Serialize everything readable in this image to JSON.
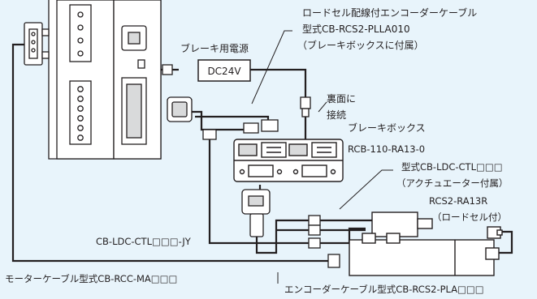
{
  "labels": {
    "brake_power": "ブレーキ用電源",
    "dc24v": "DC24V",
    "loadcell_cable_line1": "ロードセル配線付エンコーダーケーブル",
    "loadcell_cable_line2": "型式CB-RCS2-PLLA010",
    "loadcell_cable_line3": "（ブレーキボックスに付属）",
    "rear_connect_line1": "裏面に",
    "rear_connect_line2": "接続",
    "brake_box_name": "ブレーキボックス",
    "brake_box_model": "RCB-110-RA13-0",
    "ldc_ctl_line1": "型式CB-LDC-CTL□□□",
    "ldc_ctl_line2": "（アクチュエーター付属）",
    "actuator_model": "RCS2-RA13R",
    "actuator_note": "（ロードセル付）",
    "ldc_ctl_jy": "CB-LDC-CTL□□□-JY",
    "motor_cable": "モーターケーブル型式CB-RCC-MA□□□",
    "encoder_cable": "エンコーダーケーブル型式CB-RCS2-PLA□□□"
  },
  "colors": {
    "background": "#e8f4fb",
    "cable": "#231f20",
    "device_fill": "#ffffff",
    "device_stroke": "#231f20",
    "shade": "#d9dadb"
  },
  "icons": [
    "connector-icon",
    "controller-unit",
    "brake-box",
    "actuator",
    "power-supply"
  ]
}
